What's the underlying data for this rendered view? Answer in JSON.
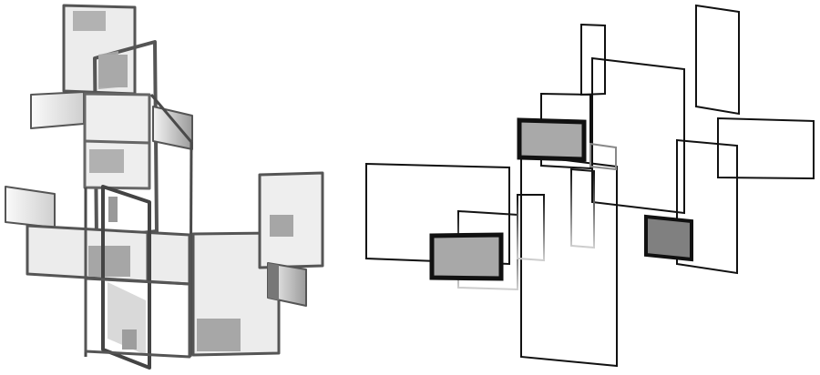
{
  "figure": {
    "views": [
      {
        "id": "shaded-3d-view",
        "style": "shaded"
      },
      {
        "id": "outline-3d-view",
        "style": "outline"
      }
    ]
  },
  "colors": {
    "background": "#ffffff",
    "panel_light": "#eeeeee",
    "panel_mid": "#d8d8d8",
    "inset_gray": "#a9a9a9",
    "inset_dark": "#808080",
    "frame_dark": "#3a3a3a",
    "frame_mid": "#6e6e6e",
    "stroke_black": "#111111"
  }
}
